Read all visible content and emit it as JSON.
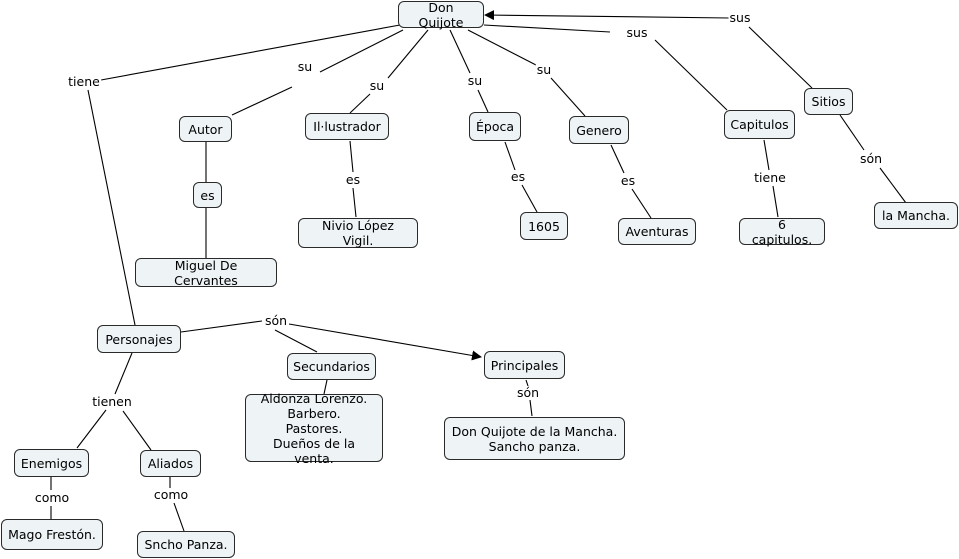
{
  "nodes": {
    "don_quijote": "Don Quijote",
    "autor": "Autor",
    "ilustrador": "Il·lustrador",
    "epoca": "Época",
    "genero": "Genero",
    "capitulos": "Capitulos",
    "sitios": "Sitios",
    "es_autor": "es",
    "cervantes": "Miguel De Cervantes",
    "nivio": "Nivio López Vigil.",
    "year": "1605",
    "aventuras": "Aventuras",
    "seis_capitulos": "6 capitulos.",
    "la_mancha": "la Mancha.",
    "personajes": "Personajes",
    "secundarios": "Secundarios",
    "principales": "Principales",
    "secundarios_list": "Aldonza Lorenzo.\nBarbero.\nPastores.\nDueños de la venta.",
    "principales_list": "Don Quijote de la  Mancha.\nSancho panza.",
    "enemigos": "Enemigos",
    "aliados": "Aliados",
    "mago_freston": "Mago Frestón.",
    "sncho_panza": "Sncho Panza."
  },
  "links": {
    "tiene": "tiene",
    "su_autor": "su",
    "su_ilustrador": "su",
    "su_epoca": "su",
    "su_genero": "su",
    "sus_capitulos": "sus",
    "sus_sitios": "sus",
    "es_ilustrador": "es",
    "es_epoca": "es",
    "es_genero": "es",
    "tiene_capitulos": "tiene",
    "son_sitios": "són",
    "son_personajes": "són",
    "tienen": "tienen",
    "son_principales": "són",
    "como_enemigos": "como",
    "como_aliados": "como"
  }
}
